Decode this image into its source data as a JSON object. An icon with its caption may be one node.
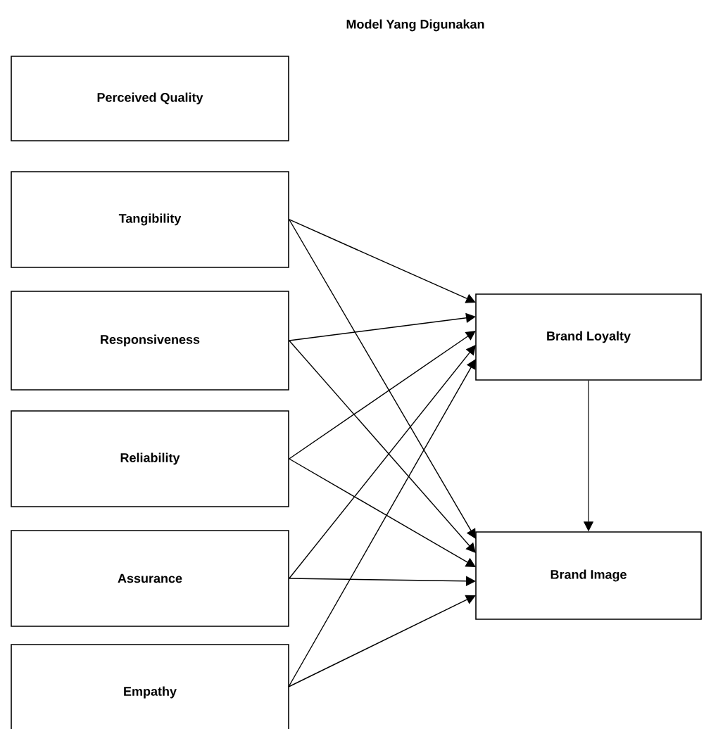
{
  "diagram": {
    "title": "Model Yang Digunakan",
    "nodes": [
      {
        "text": [
          "Perceived Quality"
        ]
      },
      {
        "text": [
          "Tangibility"
        ]
      },
      {
        "text": [
          "Responsiveness"
        ]
      },
      {
        "text": [
          "Reliability"
        ]
      },
      {
        "text": [
          "Assurance"
        ]
      },
      {
        "text": [
          "Empathy"
        ]
      },
      {
        "text": [
          "Brand Loyalty"
        ]
      },
      {
        "text": [
          "Brand Image"
        ]
      }
    ],
    "edges": [
      {
        "from": 1,
        "to": 6,
        "arrow": "to"
      },
      {
        "from": 1,
        "to": 7,
        "arrow": "to"
      },
      {
        "from": 2,
        "to": 6,
        "arrow": "to"
      },
      {
        "from": 2,
        "to": 7,
        "arrow": "to"
      },
      {
        "from": 3,
        "to": 6,
        "arrow": "to"
      },
      {
        "from": 3,
        "to": 7,
        "arrow": "to"
      },
      {
        "from": 4,
        "to": 6,
        "arrow": "to"
      },
      {
        "from": 4,
        "to": 7,
        "arrow": "to"
      },
      {
        "from": 5,
        "to": 6,
        "arrow": "to"
      },
      {
        "from": 5,
        "to": 7,
        "arrow": "to"
      },
      {
        "from": 6,
        "to": 7,
        "arrow": "to"
      }
    ]
  }
}
